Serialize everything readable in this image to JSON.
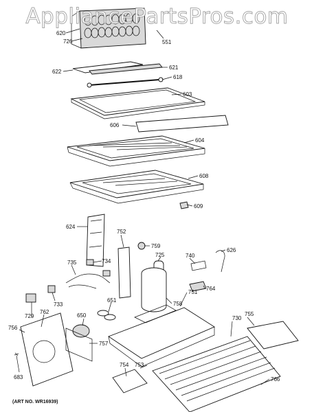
{
  "watermark": "AppliancePartsPros.com",
  "art_number": "(ART NO. WR16939)",
  "part_labels": [
    "620",
    "726",
    "551",
    "622",
    "621",
    "618",
    "603",
    "606",
    "604",
    "608",
    "609",
    "624",
    "752",
    "759",
    "626",
    "725",
    "740",
    "735",
    "734",
    "764",
    "733",
    "651",
    "758",
    "751",
    "729",
    "762",
    "650",
    "730",
    "755",
    "756",
    "757",
    "683",
    "754",
    "753",
    "766"
  ]
}
